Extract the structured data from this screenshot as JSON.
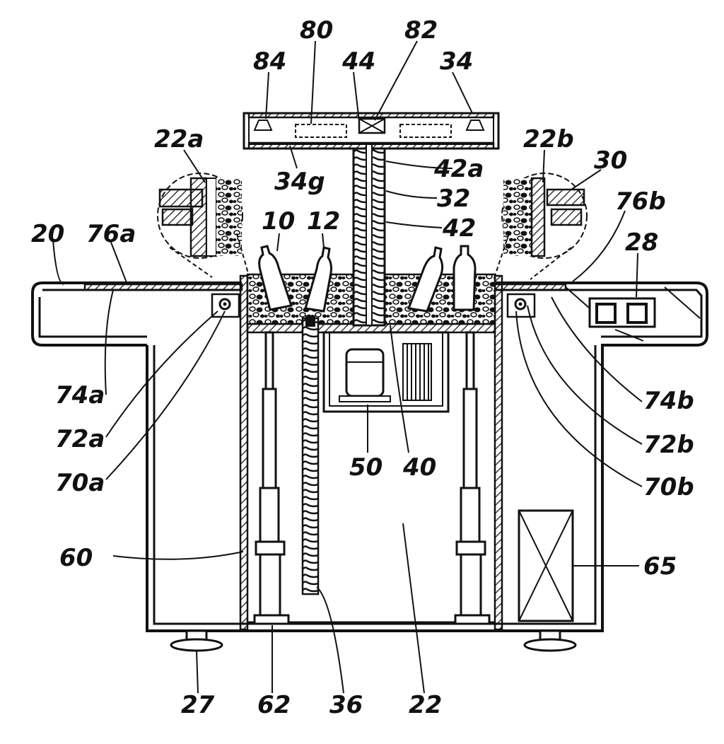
{
  "diagram": {
    "labels": {
      "l80": "80",
      "l82": "82",
      "l84": "84",
      "l44": "44",
      "l34": "34",
      "l22a": "22a",
      "l34g": "34g",
      "l42a": "42a",
      "l22b": "22b",
      "l30": "30",
      "l32": "32",
      "l76b": "76b",
      "l10": "10",
      "l12": "12",
      "l20": "20",
      "l76a": "76a",
      "l42": "42",
      "l28": "28",
      "l74a": "74a",
      "l72a": "72a",
      "l70a": "70a",
      "l74b": "74b",
      "l72b": "72b",
      "l70b": "70b",
      "l50": "50",
      "l40": "40",
      "l60": "60",
      "l65": "65",
      "l27": "27",
      "l62": "62",
      "l36": "36",
      "l22": "22"
    }
  }
}
